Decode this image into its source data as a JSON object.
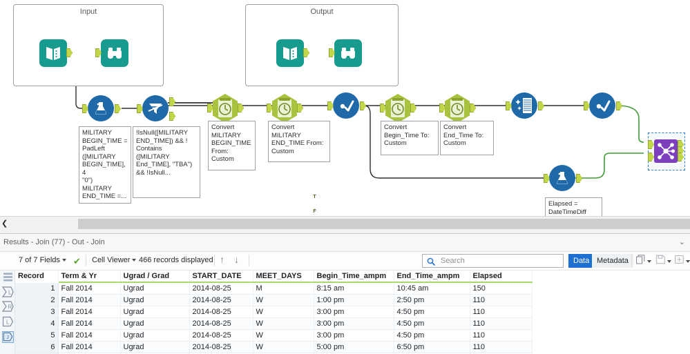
{
  "canvas": {
    "containers": [
      {
        "title": "Input"
      },
      {
        "title": "Output"
      }
    ],
    "annotations": [
      {
        "text": "MILITARY\nBEGIN_TIME =\nPadLeft\n([MILITARY\nBEGIN_TIME], 4\n\"0\")\nMILITARY\nEND_TIME =..."
      },
      {
        "text": "!IsNull([MILITARY\nEND_TIME]) && !\nContains\n([MILITARY\nEnd_TIME], \"TBA\")\n&& !IsNull..."
      },
      {
        "text": "Convert\nMILITARY\nBEGIN_TIME\nFrom:\nCustom"
      },
      {
        "text": "Convert\nMILITARY\nEND_TIME From:\nCustom"
      },
      {
        "text": "Convert\nBegin_Time To:\nCustom"
      },
      {
        "text": "Convert\nEnd_Time To:\nCustom"
      },
      {
        "text": "Elapsed =\nDateTimeDiff"
      }
    ],
    "tools": [
      {
        "name": "input-data-tool",
        "kind": "input"
      },
      {
        "name": "browse-tool-input",
        "kind": "browse"
      },
      {
        "name": "input-data-tool-output",
        "kind": "input"
      },
      {
        "name": "browse-tool-output",
        "kind": "browse"
      },
      {
        "name": "formula-tool-1",
        "kind": "formula"
      },
      {
        "name": "filter-tool",
        "kind": "filter"
      },
      {
        "name": "datetime-tool-1",
        "kind": "datetime"
      },
      {
        "name": "datetime-tool-2",
        "kind": "datetime"
      },
      {
        "name": "select-tool-1",
        "kind": "select"
      },
      {
        "name": "datetime-tool-3",
        "kind": "datetime"
      },
      {
        "name": "datetime-tool-4",
        "kind": "datetime"
      },
      {
        "name": "cleanse-tool",
        "kind": "cleanse"
      },
      {
        "name": "select-tool-2",
        "kind": "select"
      },
      {
        "name": "formula-tool-2",
        "kind": "formula"
      },
      {
        "name": "join-tool",
        "kind": "join"
      }
    ],
    "filter_anchor_labels": {
      "true": "T",
      "false": "F"
    },
    "join_anchor_labels": {
      "left_in": "L",
      "right_in": "R",
      "left_out": "L",
      "join_out": "J",
      "right_out": "R"
    }
  },
  "splitter": {
    "collapse_arrow": "❮"
  },
  "results": {
    "title": "Results - Join (77) - Out - Join",
    "collapse_icon": "⌄",
    "toolbar": {
      "fields": "7 of 7 Fields",
      "check_icon": "✔",
      "cell_viewer": "Cell Viewer",
      "records": "466 records displayed",
      "up_arrow": "↑",
      "down_arrow": "↓",
      "search_placeholder": "Search",
      "search_value": "",
      "search_icon": "search-icon",
      "data_tab": "Data",
      "metadata_tab": "Metadata",
      "copy_icon": "⧉",
      "save_icon": "⌷",
      "add_icon": "⊞"
    },
    "anchor_rail": [
      {
        "label": "≡",
        "name": "rail-list"
      },
      {
        "label": "L",
        "name": "rail-sum-left"
      },
      {
        "label": "R",
        "name": "rail-sum-right"
      },
      {
        "label": "L",
        "name": "rail-left"
      },
      {
        "label": "J",
        "name": "rail-join",
        "selected": true
      }
    ],
    "table": {
      "columns": [
        "Record",
        "Term & Yr",
        "Ugrad / Grad",
        "START_DATE",
        "MEET_DAYS",
        "Begin_Time_ampm",
        "End_Time_ampm",
        "Elapsed"
      ],
      "rows": [
        [
          "1",
          "Fall 2014",
          "Ugrad",
          "2014-08-25",
          "M",
          "8:15 am",
          "10:45 am",
          "150"
        ],
        [
          "2",
          "Fall 2014",
          "Ugrad",
          "2014-08-25",
          "W",
          "1:00 pm",
          "2:50 pm",
          "110"
        ],
        [
          "3",
          "Fall 2014",
          "Ugrad",
          "2014-08-25",
          "W",
          "3:00 pm",
          "4:50 pm",
          "110"
        ],
        [
          "4",
          "Fall 2014",
          "Ugrad",
          "2014-08-25",
          "W",
          "3:00 pm",
          "4:50 pm",
          "110"
        ],
        [
          "5",
          "Fall 2014",
          "Ugrad",
          "2014-08-25",
          "W",
          "3:00 pm",
          "4:50 pm",
          "110"
        ],
        [
          "6",
          "Fall 2014",
          "Ugrad",
          "2014-08-25",
          "W",
          "5:00 pm",
          "6:50 pm",
          "110"
        ]
      ]
    }
  },
  "colors": {
    "accent": "#1d6fd0",
    "anchor_green": "#c3d64a",
    "teal": "#179b8e",
    "blue_tool": "#1f69a8",
    "hex_green": "#a9c23f",
    "join_purple": "#7d3fbd",
    "header_rule": "#a8d96a"
  }
}
